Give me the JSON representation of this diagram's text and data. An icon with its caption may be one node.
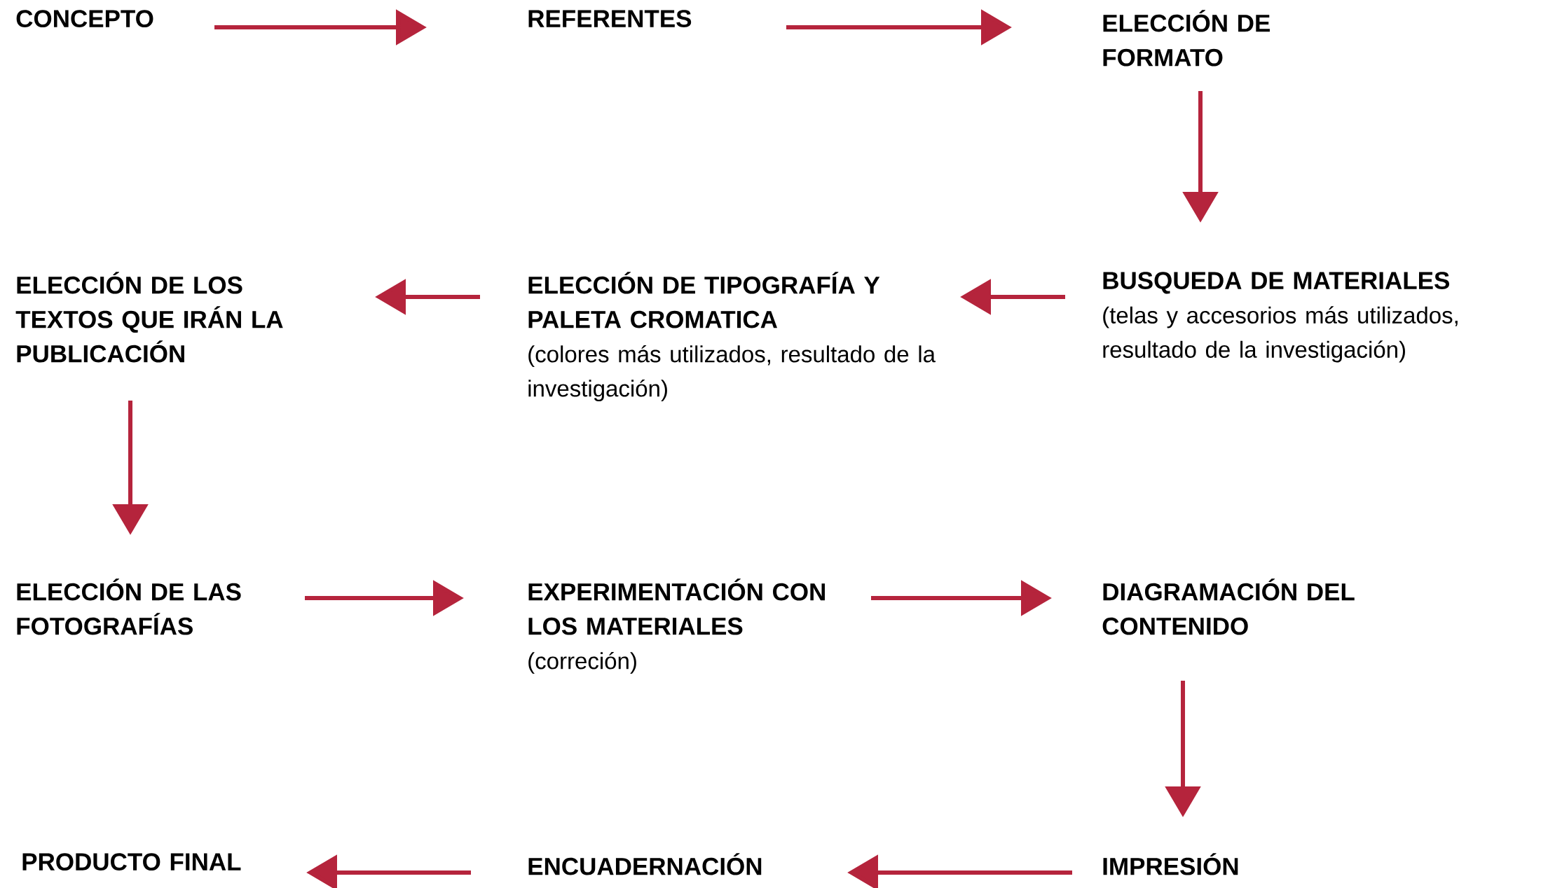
{
  "diagram": {
    "nodes": [
      {
        "text": [
          "CONCEPTO"
        ]
      },
      {
        "text": [
          "REFERENTES"
        ]
      },
      {
        "text": [
          "ELECCIÓN DE FORMATO"
        ]
      },
      {
        "text": [
          "BUSQUEDA DE MATERIALES",
          "(telas y accesorios más utilizados, resultado de la investigación)"
        ]
      },
      {
        "text": [
          "ELECCIÓN DE TIPOGRAFÍA Y PALETA CROMATICA",
          "(colores más utilizados, resultado de la investigación)"
        ]
      },
      {
        "text": [
          "ELECCIÓN DE LOS TEXTOS QUE IRÁN LA PUBLICACIÓN"
        ]
      },
      {
        "text": [
          "ELECCIÓN DE LAS FOTOGRAFÍAS"
        ]
      },
      {
        "text": [
          "EXPERIMENTACIÓN CON LOS MATERIALES",
          "(correción)"
        ]
      },
      {
        "text": [
          "DIAGRAMACIÓN DEL CONTENIDO"
        ]
      },
      {
        "text": [
          "IMPRESIÓN"
        ]
      },
      {
        "text": [
          "ENCUADERNACIÓN"
        ]
      },
      {
        "text": [
          "PRODUCTO FINAL"
        ]
      }
    ],
    "edges": [
      {
        "from": 0,
        "to": 1,
        "arrow": "to"
      },
      {
        "from": 1,
        "to": 2,
        "arrow": "to"
      },
      {
        "from": 2,
        "to": 3,
        "arrow": "to"
      },
      {
        "from": 3,
        "to": 4,
        "arrow": "to"
      },
      {
        "from": 4,
        "to": 5,
        "arrow": "to"
      },
      {
        "from": 5,
        "to": 6,
        "arrow": "to"
      },
      {
        "from": 6,
        "to": 7,
        "arrow": "to"
      },
      {
        "from": 7,
        "to": 8,
        "arrow": "to"
      },
      {
        "from": 8,
        "to": 9,
        "arrow": "to"
      },
      {
        "from": 9,
        "to": 10,
        "arrow": "to"
      },
      {
        "from": 10,
        "to": 11,
        "arrow": "to"
      }
    ]
  }
}
